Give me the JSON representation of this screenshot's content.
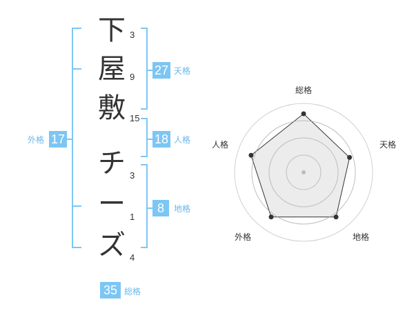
{
  "name": {
    "chars": [
      {
        "char": "下",
        "strokes": "3"
      },
      {
        "char": "屋",
        "strokes": "9"
      },
      {
        "char": "敷",
        "strokes": "15"
      },
      {
        "char": "チ",
        "strokes": "3"
      },
      {
        "char": "ー",
        "strokes": "1"
      },
      {
        "char": "ズ",
        "strokes": "4"
      }
    ]
  },
  "fortunes": {
    "tenkaku": {
      "value": "27",
      "label": "天格"
    },
    "jinkaku": {
      "value": "18",
      "label": "人格"
    },
    "chikaku": {
      "value": "8",
      "label": "地格"
    },
    "gaikaku": {
      "value": "17",
      "label": "外格"
    },
    "soukaku": {
      "value": "35",
      "label": "総格"
    }
  },
  "colors": {
    "accent": "#7cc6f4",
    "accent_text": "#69b8ea",
    "text": "#333333"
  },
  "chart_data": {
    "type": "radar",
    "axes": [
      "総格",
      "天格",
      "地格",
      "外格",
      "人格"
    ],
    "values": [
      0.85,
      0.7,
      0.8,
      0.8,
      0.8
    ],
    "rings": 4
  }
}
